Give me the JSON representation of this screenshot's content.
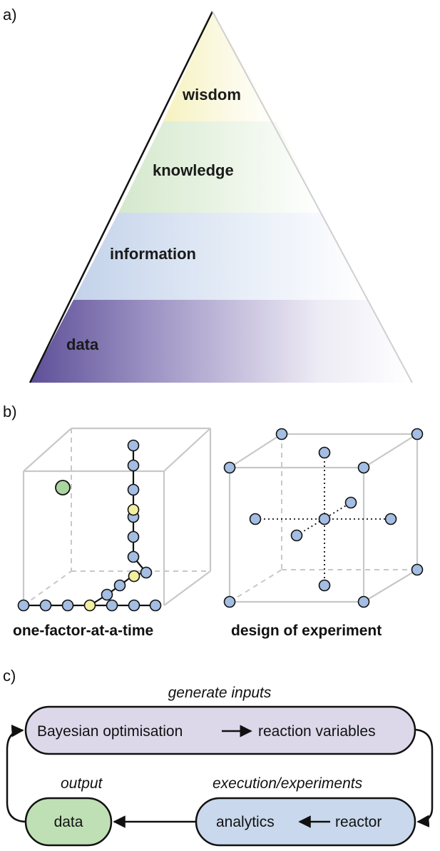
{
  "panel_a": {
    "label": "a)",
    "tiers": [
      {
        "id": "wisdom",
        "label": "wisdom"
      },
      {
        "id": "knowledge",
        "label": "knowledge"
      },
      {
        "id": "information",
        "label": "information"
      },
      {
        "id": "data",
        "label": "data"
      }
    ]
  },
  "panel_b": {
    "label": "b)",
    "left_caption": "one-factor-at-a-time",
    "right_caption": "design of experiment"
  },
  "panel_c": {
    "label": "c)",
    "generate_caption": "generate inputs",
    "box_top_left": "Bayesian optimisation",
    "box_top_right": "reaction variables",
    "execution_caption": "execution/experiments",
    "box_bottom_right_left": "analytics",
    "box_bottom_right_right": "reactor",
    "output_caption": "output",
    "box_data": "data"
  },
  "colors": {
    "wisdom": "#f8f5cc",
    "knowledge": "#dcecd6",
    "information": "#ccd8ea",
    "data": "#6a5ca0",
    "node_blue": "#a4bde3",
    "node_yellow": "#f2efa0",
    "node_green": "#a9d59f",
    "box_purple": "#dcd8ea",
    "box_blue": "#c9d8ec",
    "box_green": "#bfe0b5"
  }
}
